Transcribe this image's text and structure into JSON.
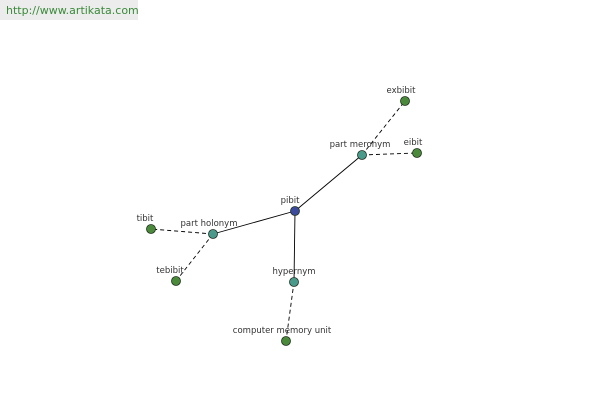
{
  "header": {
    "url": "http://www.artikata.com"
  },
  "graph": {
    "nodes": [
      {
        "id": "pibit",
        "label": "pibit",
        "role": "root"
      },
      {
        "id": "part-meronym",
        "label": "part meronym",
        "role": "relation"
      },
      {
        "id": "exbibit",
        "label": "exbibit",
        "role": "leaf"
      },
      {
        "id": "eibit",
        "label": "eibit",
        "role": "leaf"
      },
      {
        "id": "part-holonym",
        "label": "part holonym",
        "role": "relation"
      },
      {
        "id": "tibit",
        "label": "tibit",
        "role": "leaf"
      },
      {
        "id": "tebibit",
        "label": "tebibit",
        "role": "leaf"
      },
      {
        "id": "hypernym",
        "label": "hypernym",
        "role": "relation"
      },
      {
        "id": "computer-memory-unit",
        "label": "computer memory unit",
        "role": "leaf"
      }
    ],
    "edges": [
      {
        "from": "pibit",
        "to": "part-meronym",
        "style": "solid"
      },
      {
        "from": "pibit",
        "to": "part-holonym",
        "style": "solid"
      },
      {
        "from": "pibit",
        "to": "hypernym",
        "style": "solid"
      },
      {
        "from": "part-meronym",
        "to": "exbibit",
        "style": "dashed"
      },
      {
        "from": "part-meronym",
        "to": "eibit",
        "style": "dashed"
      },
      {
        "from": "part-holonym",
        "to": "tibit",
        "style": "dashed"
      },
      {
        "from": "part-holonym",
        "to": "tebibit",
        "style": "dashed"
      },
      {
        "from": "hypernym",
        "to": "computer-memory-unit",
        "style": "dashed"
      }
    ],
    "colors": {
      "root": "#3b4a9c",
      "relation": "#4a9a8c",
      "leaf": "#4a8a3a",
      "edge": "#000000"
    }
  }
}
